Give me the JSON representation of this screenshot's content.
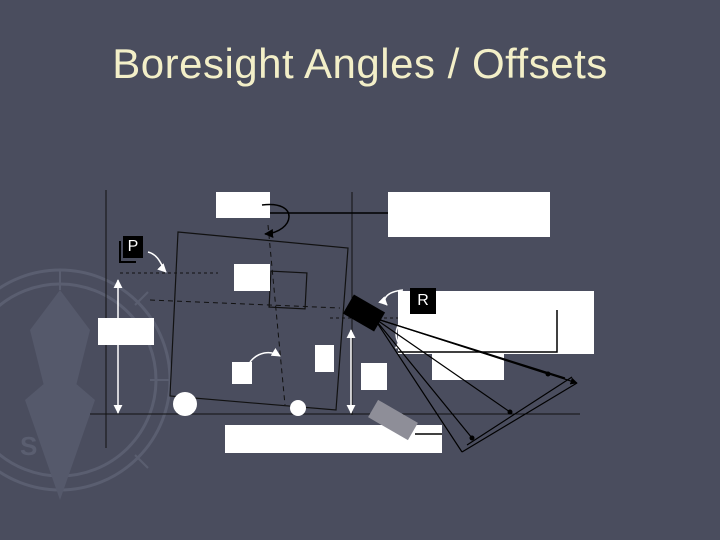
{
  "slide": {
    "title": "Boresight Angles / Offsets",
    "background_color": "#4a4d5e",
    "title_color": "#f3efc8"
  },
  "diagram": {
    "pitch_label": "P",
    "roll_label": "R",
    "icons": [
      "compass-rose-icon",
      "sensor-head-icon"
    ]
  }
}
